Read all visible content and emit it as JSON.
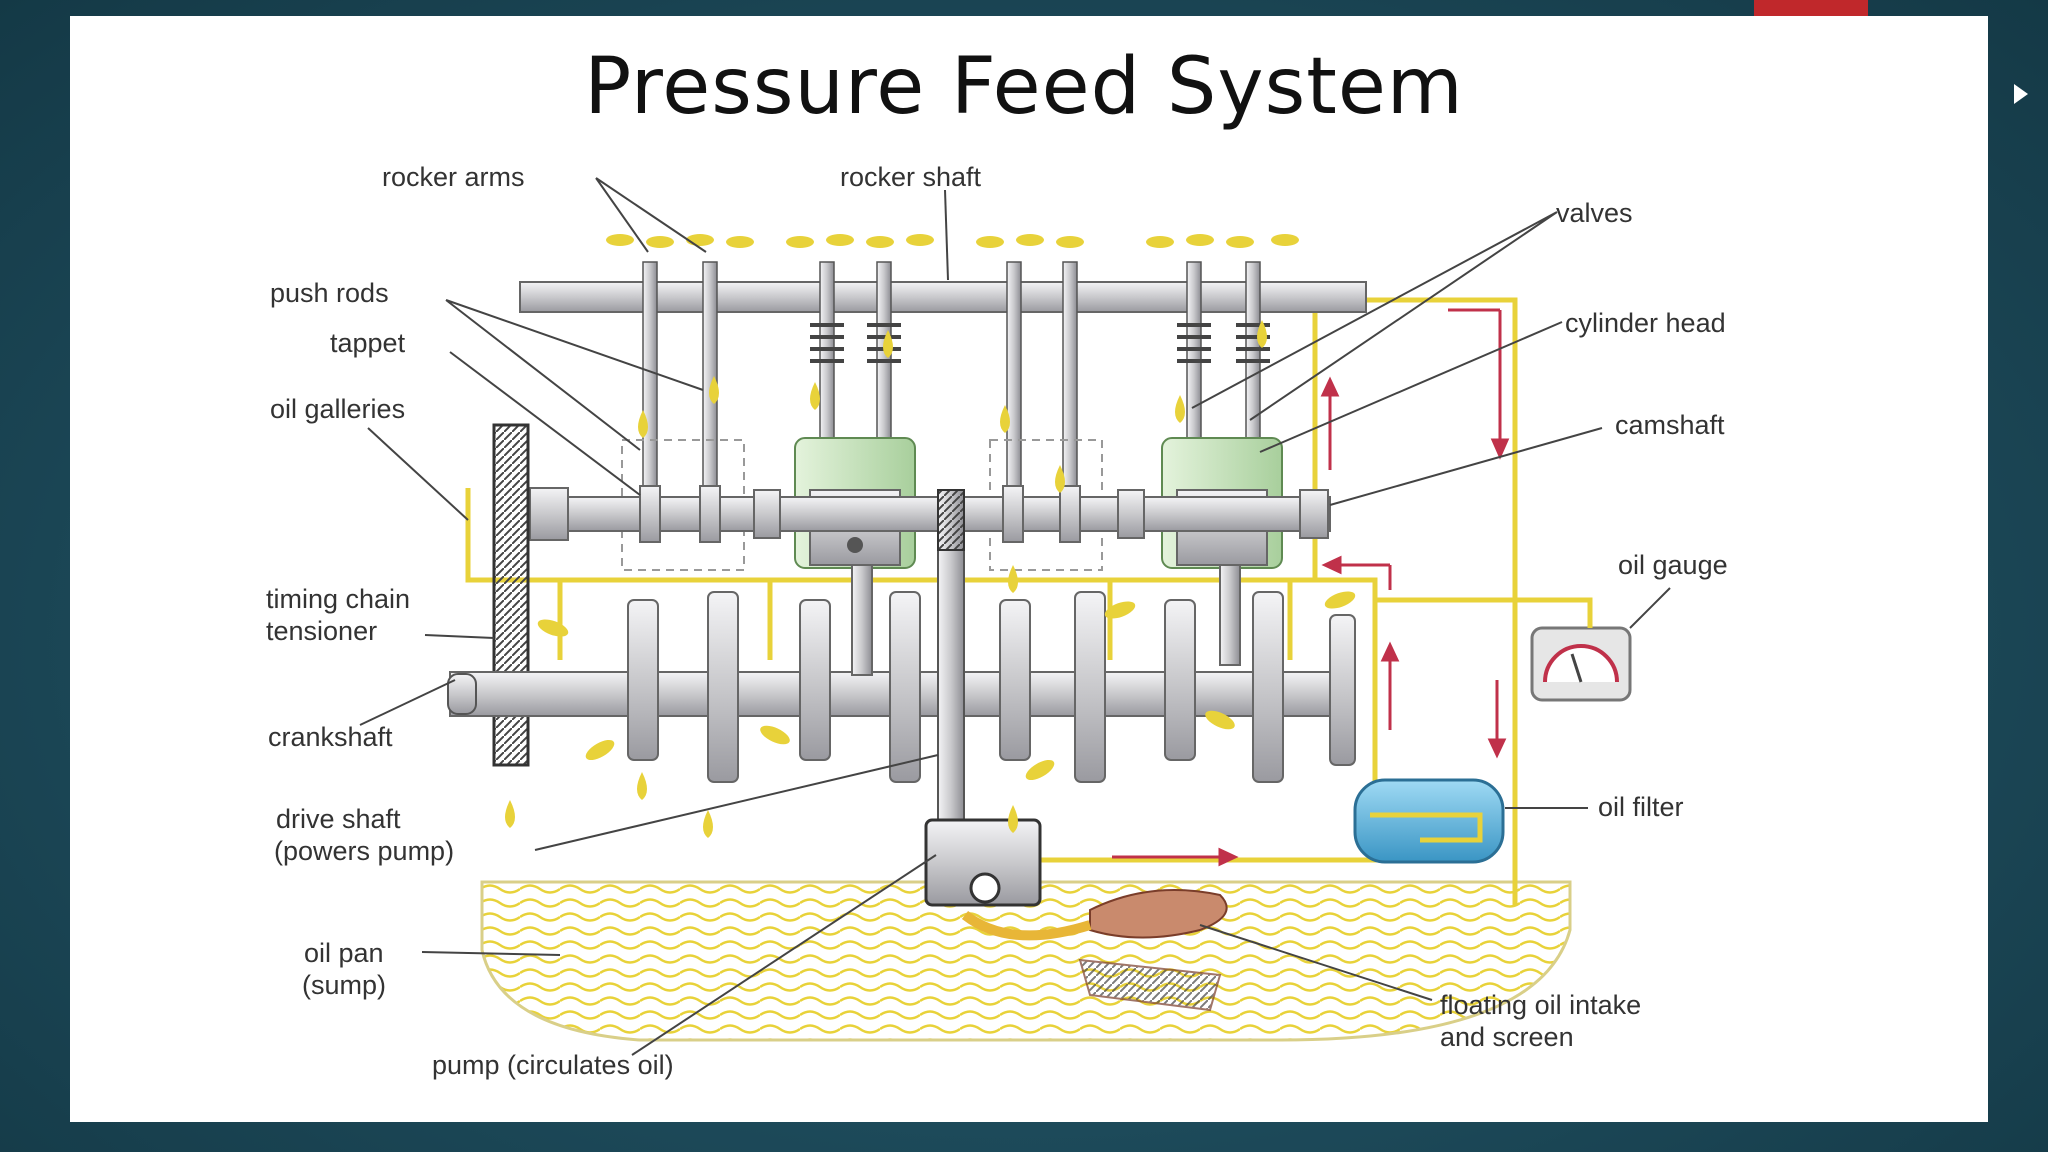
{
  "title": "Pressure Feed System",
  "colors": {
    "background": "#1d4a5a",
    "slide": "#ffffff",
    "accent": "#c0282b",
    "oil": "#e8d23a",
    "metal": "#c9c9cc",
    "flow_arrow": "#c0314a",
    "piston_cap": "#cfe8c4",
    "filter": "#6fc0e6"
  },
  "labels": {
    "rocker_arms": "rocker arms",
    "rocker_shaft": "rocker shaft",
    "valves": "valves",
    "push_rods": "push rods",
    "cylinder_head": "cylinder head",
    "tappet": "tappet",
    "camshaft": "camshaft",
    "oil_galleries": "oil galleries",
    "oil_gauge": "oil gauge",
    "timing_chain_1": "timing chain",
    "timing_chain_2": "tensioner",
    "crankshaft": "crankshaft",
    "oil_filter": "oil filter",
    "drive_shaft_1": "drive shaft",
    "drive_shaft_2": "(powers pump)",
    "oil_pan_1": "oil pan",
    "oil_pan_2": "(sump)",
    "intake_1": "floating oil intake",
    "intake_2": "and screen",
    "pump": "pump (circulates oil)"
  },
  "icons": {
    "nav": "play-arrow-icon",
    "gauge": "pressure-gauge-icon"
  }
}
